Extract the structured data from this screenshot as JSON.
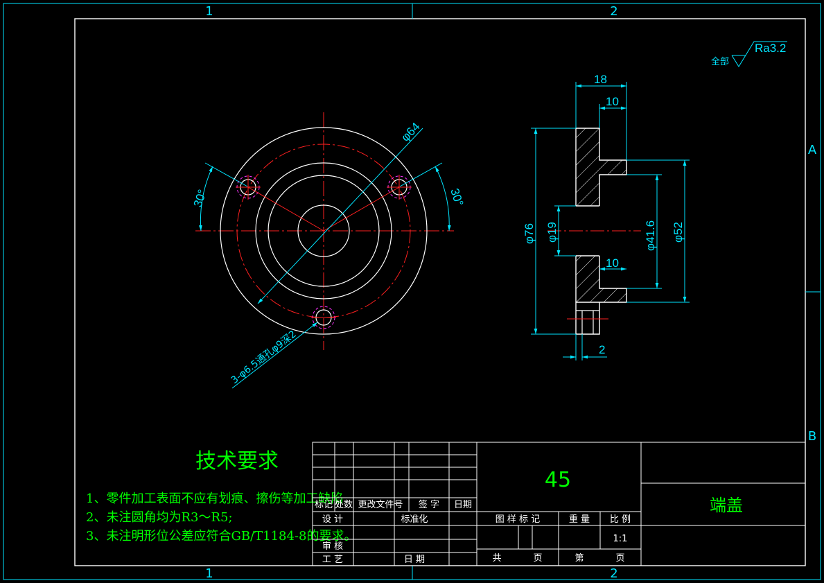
{
  "colors": {
    "background": "#000000",
    "geometry": "#ffffff",
    "dimension": "#00e5ff",
    "centerline": "#ff2020",
    "text_green": "#00ff00",
    "hidden_magenta": "#ff33ff",
    "frame_white": "#ffffff"
  },
  "border": {
    "zone_top_1": "1",
    "zone_top_2": "2",
    "zone_bottom_1": "1",
    "zone_bottom_2": "2",
    "zone_right_a": "A",
    "zone_right_b": "B"
  },
  "surface": {
    "prefix": "全部",
    "roughness": "Ra3.2"
  },
  "front_view": {
    "dim_diameter_64": "φ64",
    "dim_angle_left": "30°",
    "dim_angle_right": "30°",
    "dim_holes": "3-φ6.5通孔φ9深2"
  },
  "side_view": {
    "dim_18": "18",
    "dim_10_top": "10",
    "dim_76": "φ76",
    "dim_19": "φ19",
    "dim_41_6": "φ41.6",
    "dim_52": "φ52",
    "dim_10_mid": "10",
    "dim_2": "2"
  },
  "notes": {
    "title": "技术要求",
    "items": [
      "1、零件加工表面不应有划痕、擦伤等加工缺陷",
      "2、未注圆角均为R3～R5;",
      "3、未注明形位公差应符合GB/T1184-8的要求。"
    ]
  },
  "title_block": {
    "material": "45",
    "part_name": "端盖",
    "rev_headers": [
      "标记",
      "处数",
      "更改文件号",
      "签 字",
      "日期"
    ],
    "row_design": "设 计",
    "row_standard": "标准化",
    "row_review": "审 核",
    "row_process": "工 艺",
    "row_date": "日 期",
    "col_drawing_mark": "图 样 标 记",
    "col_weight": "重 量",
    "col_scale": "比 例",
    "scale_value": "1:1",
    "sheet_total": "共",
    "sheet_page1": "页",
    "sheet_number": "第",
    "sheet_page2": "页"
  }
}
